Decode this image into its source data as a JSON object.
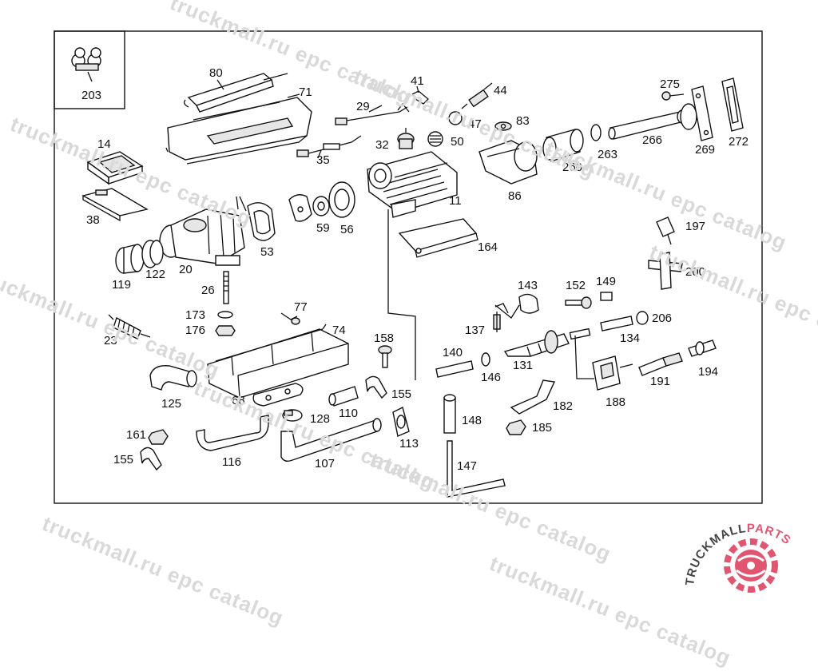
{
  "diagram": {
    "inset_label": "203",
    "part_labels": [
      "80",
      "71",
      "41",
      "44",
      "29",
      "47",
      "83",
      "275",
      "32",
      "50",
      "35",
      "14",
      "38",
      "59",
      "56",
      "11",
      "86",
      "260",
      "263",
      "266",
      "269",
      "272",
      "53",
      "20",
      "26",
      "122",
      "119",
      "164",
      "197",
      "200",
      "173",
      "77",
      "176",
      "23",
      "74",
      "158",
      "143",
      "152",
      "149",
      "137",
      "206",
      "134",
      "140",
      "146",
      "131",
      "125",
      "68",
      "155",
      "128",
      "110",
      "113",
      "182",
      "185",
      "188",
      "191",
      "194",
      "161",
      "155",
      "116",
      "107",
      "148",
      "147"
    ]
  },
  "watermarks": [
    "truckmall.ru epc catalog",
    "truckmall.ru epc catalog",
    "truckmall.ru epc catalog",
    "truckmall.ru epc catalog",
    "truckmall.ru epc catalog",
    "truckmall.ru epc catalog",
    "truckmall.ru epc catalog",
    "truckmall.ru epc catalog",
    "truckmall.ru epc catalog",
    "truckmall.ru epc catalog"
  ],
  "logo": {
    "text": "TRUCKMALLPARTS",
    "brand_color": "#e05570",
    "text_color": "#444444"
  }
}
